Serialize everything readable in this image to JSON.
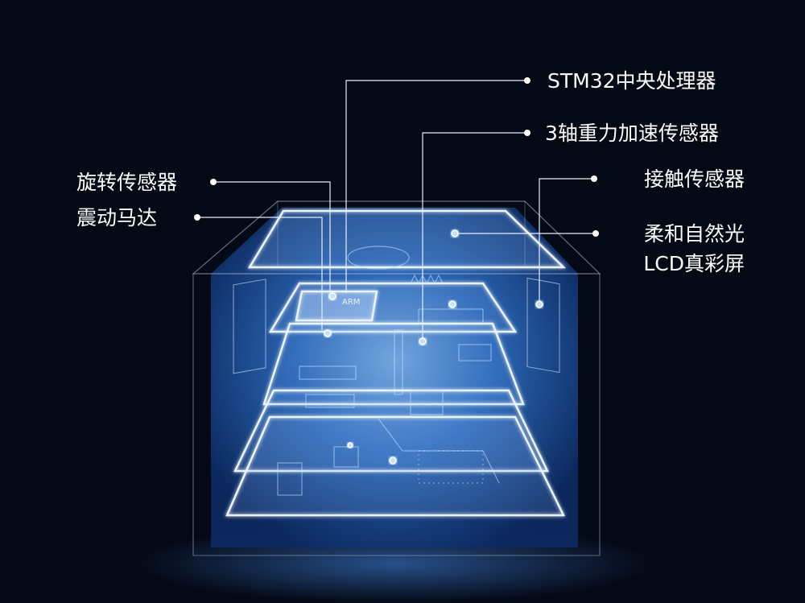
{
  "labels": {
    "cpu": "STM32中央处理器",
    "accelerometer": "3轴重力加速传感器",
    "touch_sensor": "接触传感器",
    "lcd_line1": "柔和自然光",
    "lcd_line2": "LCD真彩屏",
    "rotation_sensor": "旋转传感器",
    "vibration_motor": "震动马达"
  },
  "chip_text": "ARM",
  "colors": {
    "background": "#040916",
    "box_blue": "#1f5fb8",
    "glow": "#cfe8ff"
  }
}
